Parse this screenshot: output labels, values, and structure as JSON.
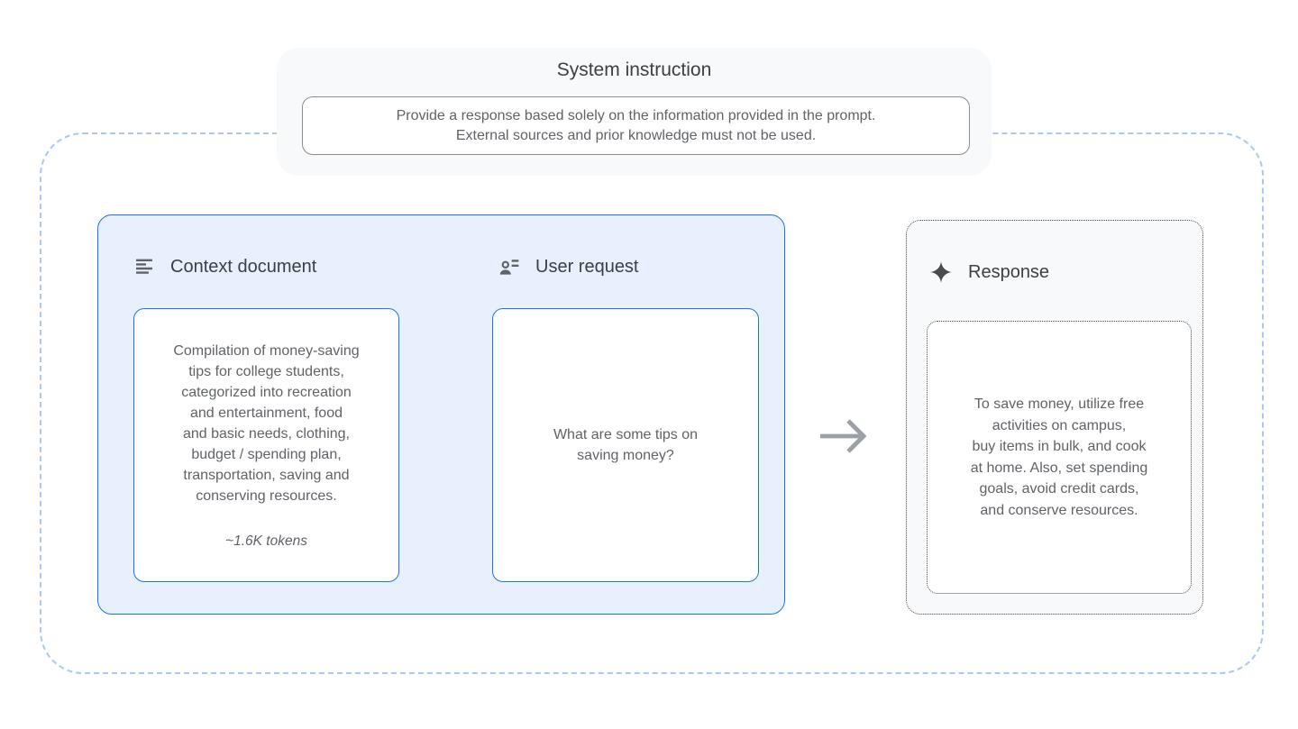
{
  "colors": {
    "accent_blue": "#1a73e8",
    "light_blue_fill": "#e8f0fe",
    "dashed_outline_blue": "#a8c7fa",
    "panel_gray": "#f8f9fa",
    "heading_text": "#3c4043",
    "body_text": "#5f6368",
    "arrow_gray": "#9aa0a6",
    "dotted_border": "#46484a"
  },
  "system_instruction": {
    "title": "System instruction",
    "text": "Provide a response based solely on the information provided in the prompt.\nExternal sources and prior knowledge must not be used."
  },
  "prompt": {
    "context_document": {
      "icon": "document-lines-icon",
      "label": "Context document",
      "body": "Compilation of money-saving\ntips for college students,\ncategorized into recreation\nand entertainment, food\nand basic needs, clothing,\nbudget / spending plan,\ntransportation, saving and\nconserving resources.",
      "tokens_note": "~1.6K tokens"
    },
    "user_request": {
      "icon": "person-list-icon",
      "label": "User request",
      "body": "What are some tips on\nsaving money?"
    }
  },
  "arrow": {
    "icon": "arrow-right-icon"
  },
  "response": {
    "icon": "sparkle-icon",
    "label": "Response",
    "body": "To save money, utilize free\nactivities on campus,\nbuy items in bulk, and cook\nat home. Also, set spending\ngoals, avoid credit cards,\nand conserve resources."
  }
}
